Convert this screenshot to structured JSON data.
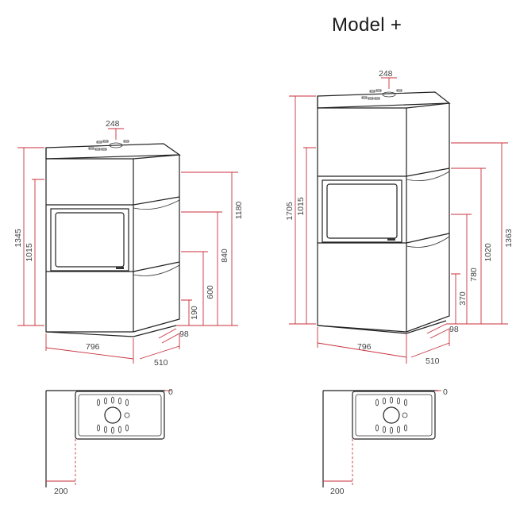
{
  "title": "Model +",
  "left": {
    "width": "796",
    "depth": "510",
    "top_offset": "248",
    "offset_98": "98",
    "heights": {
      "total": "1345",
      "door": "1015",
      "h1180": "1180",
      "h840": "840",
      "h600": "600",
      "h190": "190"
    },
    "plan_zero": "0",
    "plan_clearance": "200"
  },
  "right": {
    "width": "796",
    "depth": "510",
    "top_offset": "248",
    "offset_98": "98",
    "heights": {
      "total": "1705",
      "door": "1015",
      "h1363": "1363",
      "h1020": "1020",
      "h780": "780",
      "h370": "370"
    },
    "plan_zero": "0",
    "plan_clearance": "200"
  },
  "colors": {
    "dimension": "#c8323c",
    "outline": "#222222"
  }
}
